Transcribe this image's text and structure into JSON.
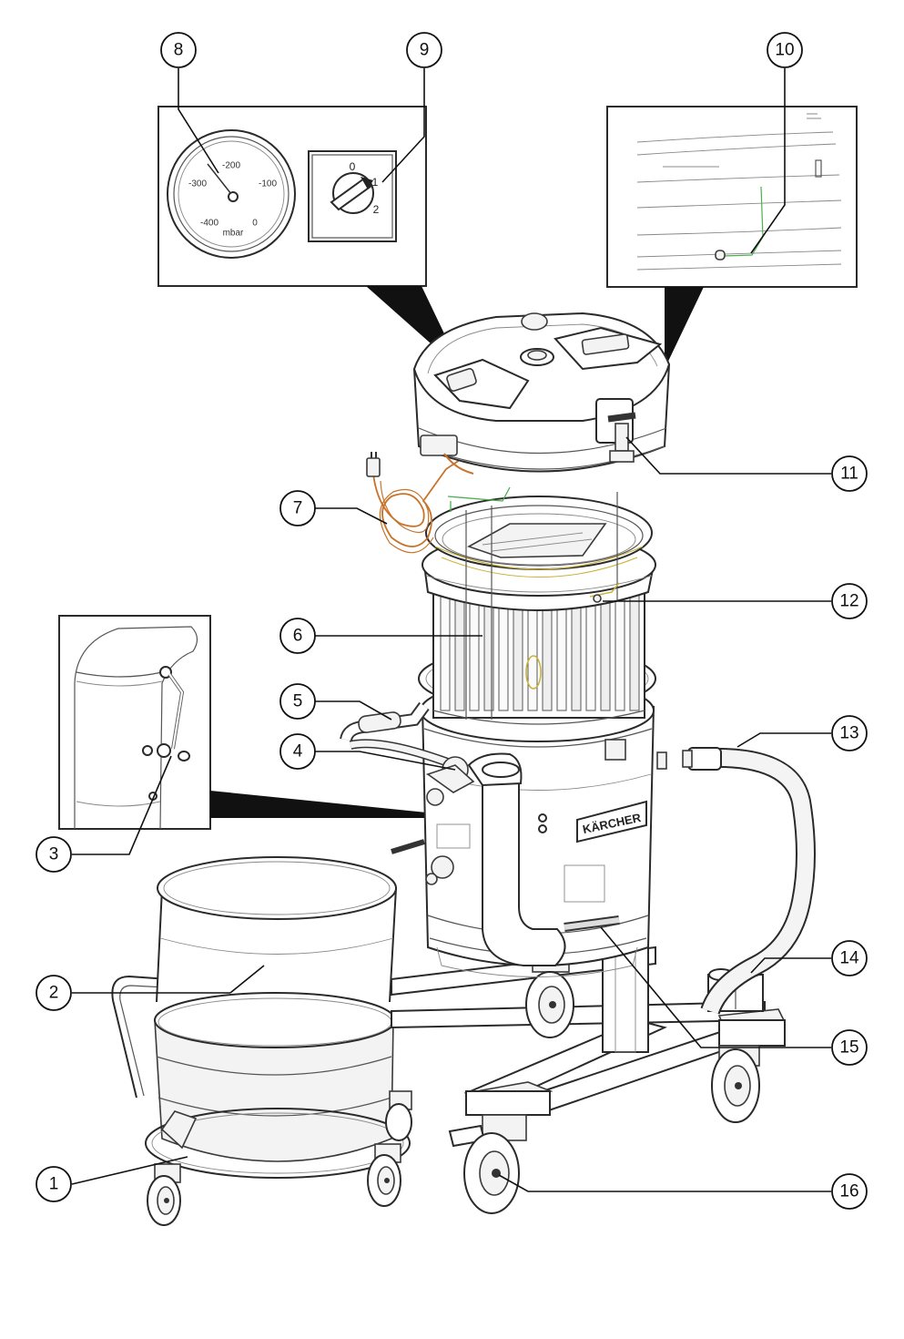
{
  "callouts": [
    {
      "id": "1",
      "label": "1"
    },
    {
      "id": "2",
      "label": "2"
    },
    {
      "id": "3",
      "label": "3"
    },
    {
      "id": "4",
      "label": "4"
    },
    {
      "id": "5",
      "label": "5"
    },
    {
      "id": "6",
      "label": "6"
    },
    {
      "id": "7",
      "label": "7"
    },
    {
      "id": "8",
      "label": "8"
    },
    {
      "id": "9",
      "label": "9"
    },
    {
      "id": "10",
      "label": "10"
    },
    {
      "id": "11",
      "label": "11"
    },
    {
      "id": "12",
      "label": "12"
    },
    {
      "id": "13",
      "label": "13"
    },
    {
      "id": "14",
      "label": "14"
    },
    {
      "id": "15",
      "label": "15"
    },
    {
      "id": "16",
      "label": "16"
    }
  ],
  "gauge": {
    "ticks": [
      "-200",
      "-300",
      "-100",
      "-400",
      "0"
    ],
    "unit": "mbar"
  },
  "switch": {
    "positions": [
      "0",
      "1",
      "2"
    ]
  },
  "brand": "KÄRCHER",
  "colors": {
    "line": "#2a2a2a",
    "cable": "#c8732a",
    "wire": "#4caf50",
    "wire_yellow": "#c9b23a"
  }
}
